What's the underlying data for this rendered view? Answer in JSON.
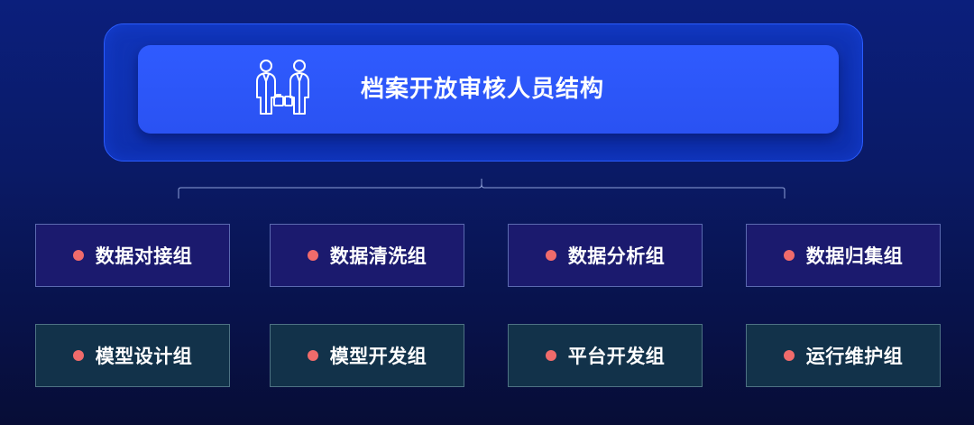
{
  "title": "档案开放审核人员结构",
  "title_icon": "business-people-icon",
  "colors": {
    "background": "#0a1a66",
    "title_bar": "#2f5bff",
    "row1_box": "#1b1a6e",
    "row2_box": "#12324a",
    "bullet": "#f06b6b"
  },
  "groups_row1": [
    {
      "label": "数据对接组"
    },
    {
      "label": "数据清洗组"
    },
    {
      "label": "数据分析组"
    },
    {
      "label": "数据归集组"
    }
  ],
  "groups_row2": [
    {
      "label": "模型设计组"
    },
    {
      "label": "模型开发组"
    },
    {
      "label": "平台开发组"
    },
    {
      "label": "运行维护组"
    }
  ]
}
